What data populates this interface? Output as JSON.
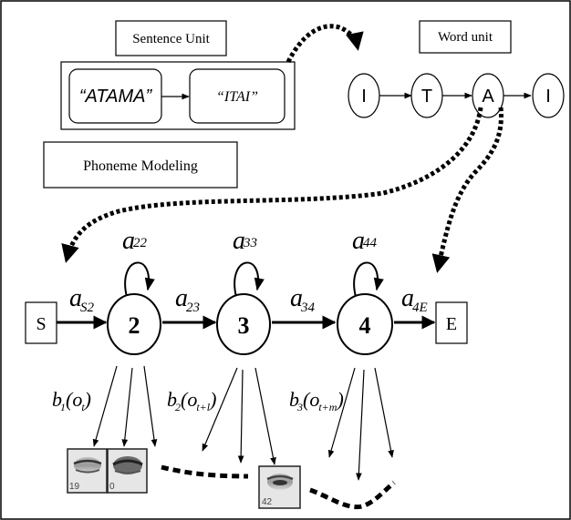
{
  "sentence_unit": {
    "label": "Sentence Unit",
    "word_a": "“ATAMA”",
    "word_b": "“ITAI”"
  },
  "word_unit": {
    "label": "Word unit",
    "letters": [
      "I",
      "T",
      "A",
      "I"
    ]
  },
  "phoneme_modeling": {
    "label": "Phoneme Modeling"
  },
  "hmm": {
    "start_label": "S",
    "end_label": "E",
    "states": [
      "2",
      "3",
      "4"
    ],
    "self_loops": [
      {
        "base": "a",
        "sub": "22"
      },
      {
        "base": "a",
        "sub": "33"
      },
      {
        "base": "a",
        "sub": "44"
      }
    ],
    "transitions": [
      {
        "base": "a",
        "sub": "S2"
      },
      {
        "base": "a",
        "sub": "23"
      },
      {
        "base": "a",
        "sub": "34"
      },
      {
        "base": "a",
        "sub": "4E"
      }
    ],
    "emissions": [
      {
        "b": "b",
        "bsub": "1",
        "o": "o",
        "osub": "t"
      },
      {
        "b": "b",
        "bsub": "2",
        "o": "o",
        "osub": "t+l"
      },
      {
        "b": "b",
        "bsub": "3",
        "o": "o",
        "osub": "t+m"
      }
    ]
  },
  "frames": [
    {
      "number": "19"
    },
    {
      "number": "0"
    },
    {
      "number": "42"
    }
  ]
}
